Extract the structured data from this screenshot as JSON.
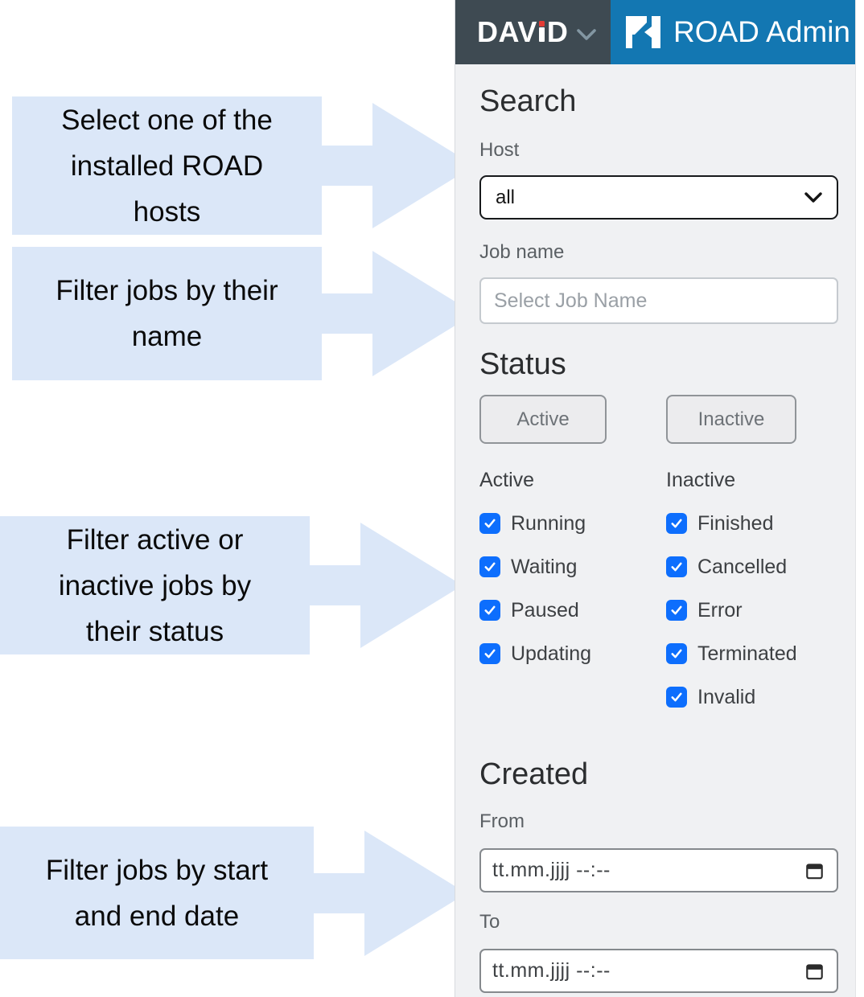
{
  "header": {
    "brand": "DAViD",
    "brand_prefix": "DAV",
    "brand_suffix": "D",
    "app_title": "ROAD Admin"
  },
  "panel": {
    "title": "Search",
    "host": {
      "label": "Host",
      "value": "all"
    },
    "job_name": {
      "label": "Job name",
      "placeholder": "Select Job Name"
    },
    "status": {
      "title": "Status",
      "active_button": "Active",
      "inactive_button": "Inactive",
      "active_group": {
        "label": "Active",
        "options": [
          {
            "label": "Running",
            "checked": true
          },
          {
            "label": "Waiting",
            "checked": true
          },
          {
            "label": "Paused",
            "checked": true
          },
          {
            "label": "Updating",
            "checked": true
          }
        ]
      },
      "inactive_group": {
        "label": "Inactive",
        "options": [
          {
            "label": "Finished",
            "checked": true
          },
          {
            "label": "Cancelled",
            "checked": true
          },
          {
            "label": "Error",
            "checked": true
          },
          {
            "label": "Terminated",
            "checked": true
          },
          {
            "label": "Invalid",
            "checked": true
          }
        ]
      }
    },
    "created": {
      "title": "Created",
      "from": {
        "label": "From",
        "value": "tt.mm.jjjj --:--"
      },
      "to": {
        "label": "To",
        "value": "tt.mm.jjjj --:--"
      }
    }
  },
  "annotations": [
    {
      "text": "Select one of the\ninstalled ROAD\nhosts"
    },
    {
      "text": "Filter jobs by their\nname"
    },
    {
      "text": "Filter active or\ninactive jobs by\ntheir status"
    },
    {
      "text": "Filter jobs by start\nand end date"
    }
  ],
  "colors": {
    "header_dark": "#3e4a52",
    "header_blue": "#1377b2",
    "brand_dot_red": "#e43b35",
    "checkbox_blue": "#0d6efd",
    "annotation_blue": "#dbe7f8",
    "panel_bg": "#f0f1f3"
  }
}
